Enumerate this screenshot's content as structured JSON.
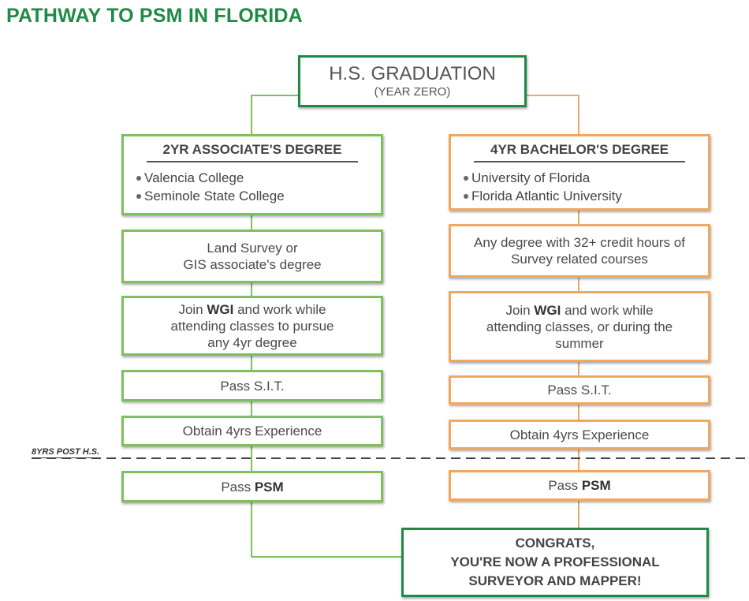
{
  "title": {
    "prefix": "PATHWAY TO ",
    "emph": "PSM",
    "suffix": " IN FLORIDA"
  },
  "start": {
    "main": "H.S. GRADUATION",
    "sub": "(YEAR ZERO)"
  },
  "left": {
    "degree_title": "2YR ASSOCIATE'S DEGREE",
    "schools": [
      "Valencia College",
      "Seminole State College"
    ],
    "step1": [
      "Land Survey or",
      "GIS associate's degree"
    ],
    "step2": {
      "pre": "Join ",
      "bold": "WGI",
      "post": " and work while",
      "line2": "attending classes to pursue",
      "line3": "any 4yr degree"
    },
    "step3": "Pass S.I.T.",
    "step4": "Obtain 4yrs Experience",
    "step5": {
      "pre": "Pass ",
      "bold": "PSM"
    }
  },
  "right": {
    "degree_title": "4YR BACHELOR'S DEGREE",
    "schools": [
      "University of Florida",
      "Florida Atlantic University"
    ],
    "step1": [
      "Any degree with 32+ credit hours of",
      "Survey related courses"
    ],
    "step2": {
      "pre": "Join ",
      "bold": "WGI",
      "post": " and work while",
      "line2": "attending classes, or during the",
      "line3": "summer"
    },
    "step3": "Pass S.I.T.",
    "step4": "Obtain 4yrs Experience",
    "step5": {
      "pre": "Pass ",
      "bold": "PSM"
    }
  },
  "milestone_label": "8YRS POST H.S.",
  "finish": [
    "CONGRATS,",
    "YOU'RE NOW A PROFESSIONAL",
    "SURVEYOR AND MAPPER!"
  ],
  "colors": {
    "title_green": "#1f8a45",
    "left_green": "#7dc05e",
    "right_orange": "#f0a860"
  }
}
